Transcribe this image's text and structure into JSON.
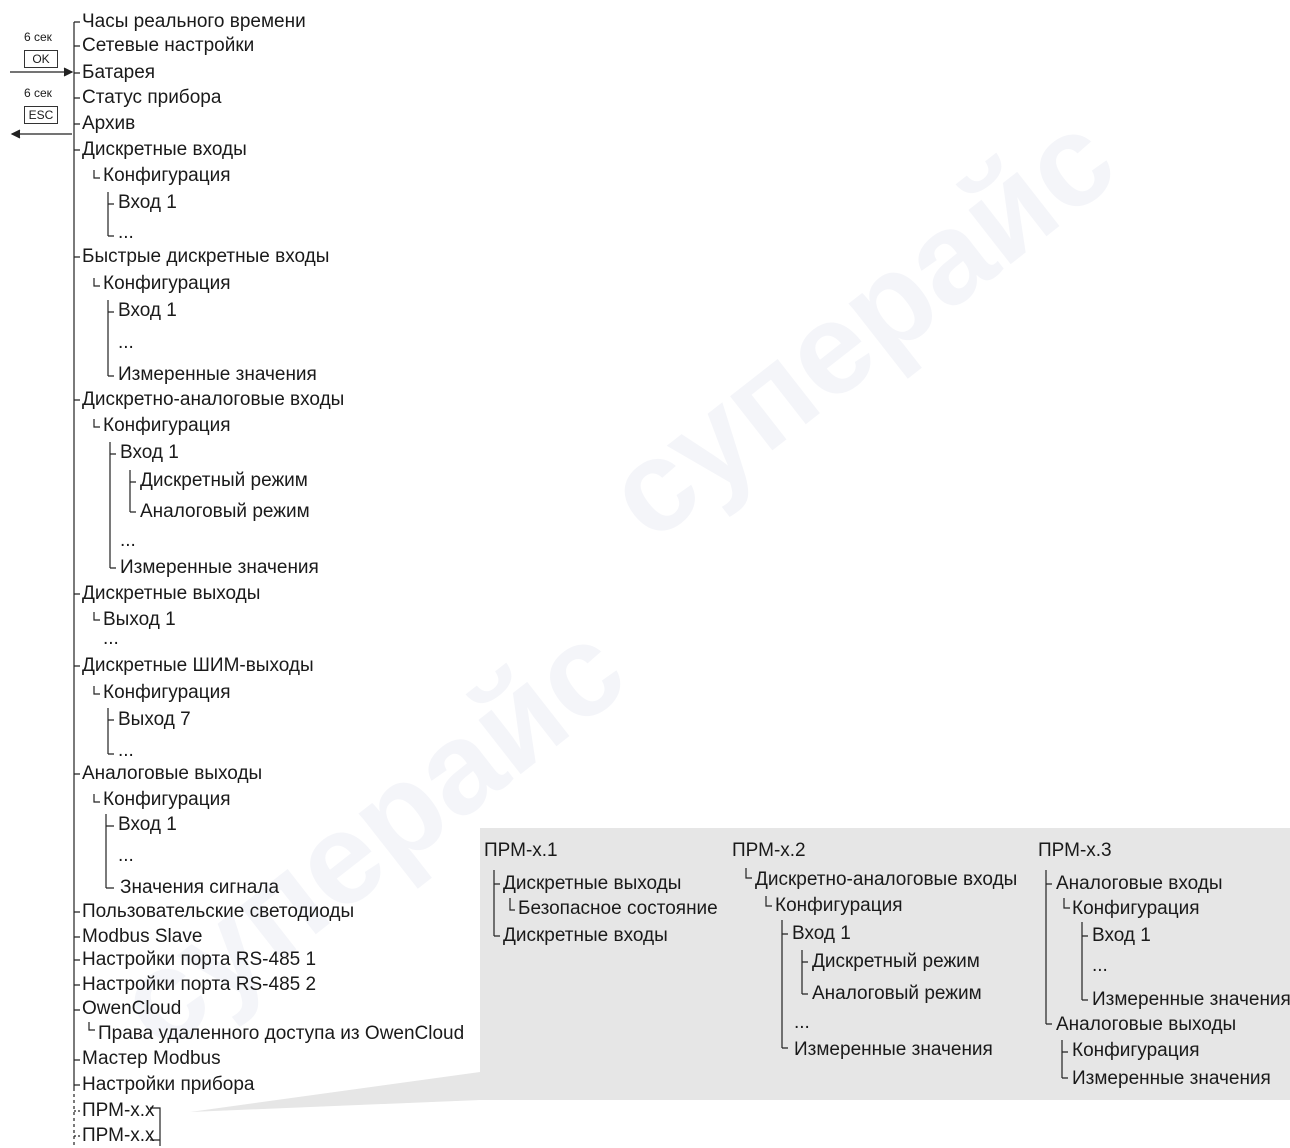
{
  "keys": {
    "ok": {
      "time": "6 сек",
      "label": "OK"
    },
    "esc": {
      "time": "6 сек",
      "label": "ESC"
    }
  },
  "menu": [
    "Часы реального времени",
    "Сетевые настройки",
    "Батарея",
    "Статус прибора",
    "Архив",
    "Дискретные входы",
    "Конфигурация",
    "Вход 1",
    "...",
    "Быстрые дискретные входы",
    "Конфигурация",
    "Вход 1",
    "...",
    "Измеренные значения",
    "Дискретно-аналоговые входы",
    "Конфигурация",
    "Вход 1",
    "Дискретный режим",
    "Аналоговый режим",
    "...",
    "Измеренные значения",
    "Дискретные выходы",
    "Выход 1",
    "...",
    "Дискретные ШИМ-выходы",
    "Конфигурация",
    "Выход 7",
    "...",
    "Аналоговые выходы",
    "Конфигурация",
    "Вход 1",
    "...",
    "Значения сигнала",
    "Пользовательские светодиоды",
    "Modbus Slave",
    "Настройки порта RS-485 1",
    "Настройки порта RS-485 2",
    "OwenCloud",
    "Права удаленного доступа из OwenCloud",
    "Мастер Modbus",
    "Настройки прибора",
    "ПРМ-х.х",
    "ПРМ-х.х"
  ],
  "prm": [
    {
      "title": "ПРМ-х.1",
      "items": [
        "Дискретные выходы",
        "Безопасное состояние",
        "Дискретные входы"
      ]
    },
    {
      "title": "ПРМ-х.2",
      "items": [
        "Дискретно-аналоговые входы",
        "Конфигурация",
        "Вход 1",
        "Дискретный режим",
        "Аналоговый режим",
        "...",
        "Измеренные значения"
      ]
    },
    {
      "title": "ПРМ-х.3",
      "items": [
        "Аналоговые входы",
        "Конфигурация",
        "Вход 1",
        "...",
        "Измеренные значения",
        "Аналоговые выходы",
        "Конфигурация",
        "Измеренные значения"
      ]
    }
  ],
  "watermark": "суперайс"
}
